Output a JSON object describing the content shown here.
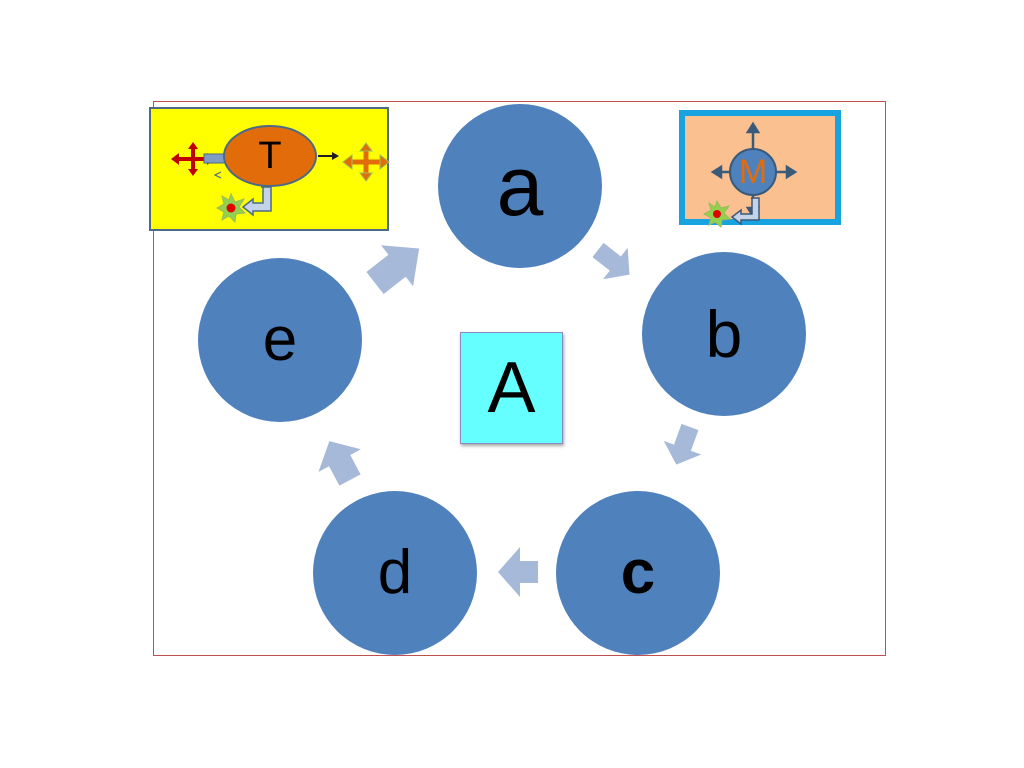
{
  "cycle": {
    "nodes": [
      {
        "id": "a",
        "label": "a"
      },
      {
        "id": "b",
        "label": "b"
      },
      {
        "id": "c",
        "label": "c"
      },
      {
        "id": "d",
        "label": "d"
      },
      {
        "id": "e",
        "label": "e"
      }
    ],
    "center_label": "A"
  },
  "legend_t": {
    "label": "T"
  },
  "legend_m": {
    "label": "M"
  },
  "colors": {
    "node_fill": "#4f81bd",
    "arrow_fill": "#a7b9d8",
    "center_fill": "#66ffff",
    "frame_border": "#c0504d",
    "card_t_fill": "#ffff00",
    "card_m_fill": "#fac090",
    "card_m_border": "#17a3e0",
    "ellipse_t_fill": "#e36c0a",
    "ellipse_m_text": "#e36c0a"
  }
}
